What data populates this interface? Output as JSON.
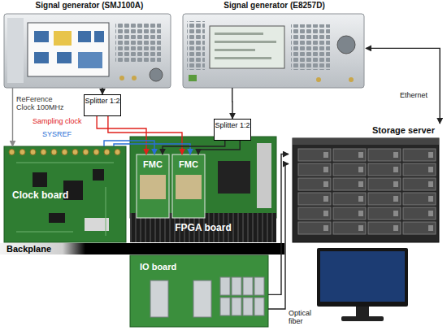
{
  "diagram": {
    "nodes": [
      {
        "text": [
          "Signal generator (SMJ100A)"
        ]
      },
      {
        "text": [
          "Signal generator (E8257D)"
        ]
      },
      {
        "text": [
          "Splitter 1:2"
        ]
      },
      {
        "text": [
          "Splitter 1:2"
        ]
      },
      {
        "text": [
          "Storage server"
        ]
      },
      {
        "text": [
          "Clock board"
        ]
      },
      {
        "text": [
          "FPGA board"
        ]
      },
      {
        "text": [
          "FMC"
        ],
        "in": 6
      },
      {
        "text": [
          "FMC"
        ],
        "in": 6
      },
      {
        "text": [
          "Backplane"
        ]
      },
      {
        "text": [
          "IO board"
        ]
      }
    ],
    "edges": [
      {
        "from": 0,
        "to": 5,
        "label": "ReFerence Clock 100MHz",
        "arrow": "to"
      },
      {
        "from": 0,
        "to": 2,
        "arrow": "to"
      },
      {
        "from": 2,
        "to": 7,
        "label": "Sampling clock",
        "arrow": "to"
      },
      {
        "from": 2,
        "to": 8,
        "arrow": "to"
      },
      {
        "from": 5,
        "to": 7,
        "label": "SYSREF",
        "arrow": "to"
      },
      {
        "from": 5,
        "to": 8,
        "arrow": "to"
      },
      {
        "from": 1,
        "to": 3,
        "arrow": "to"
      },
      {
        "from": 3,
        "to": 7,
        "arrow": "to"
      },
      {
        "from": 3,
        "to": 8,
        "arrow": "to"
      },
      {
        "from": 1,
        "to": 4,
        "label": "Ethernet",
        "arrow": "both"
      },
      {
        "from": 10,
        "to": 4,
        "label": "Optical fiber",
        "arrow": "to"
      },
      {
        "from": 10,
        "to": 4,
        "arrow": "to"
      }
    ]
  }
}
